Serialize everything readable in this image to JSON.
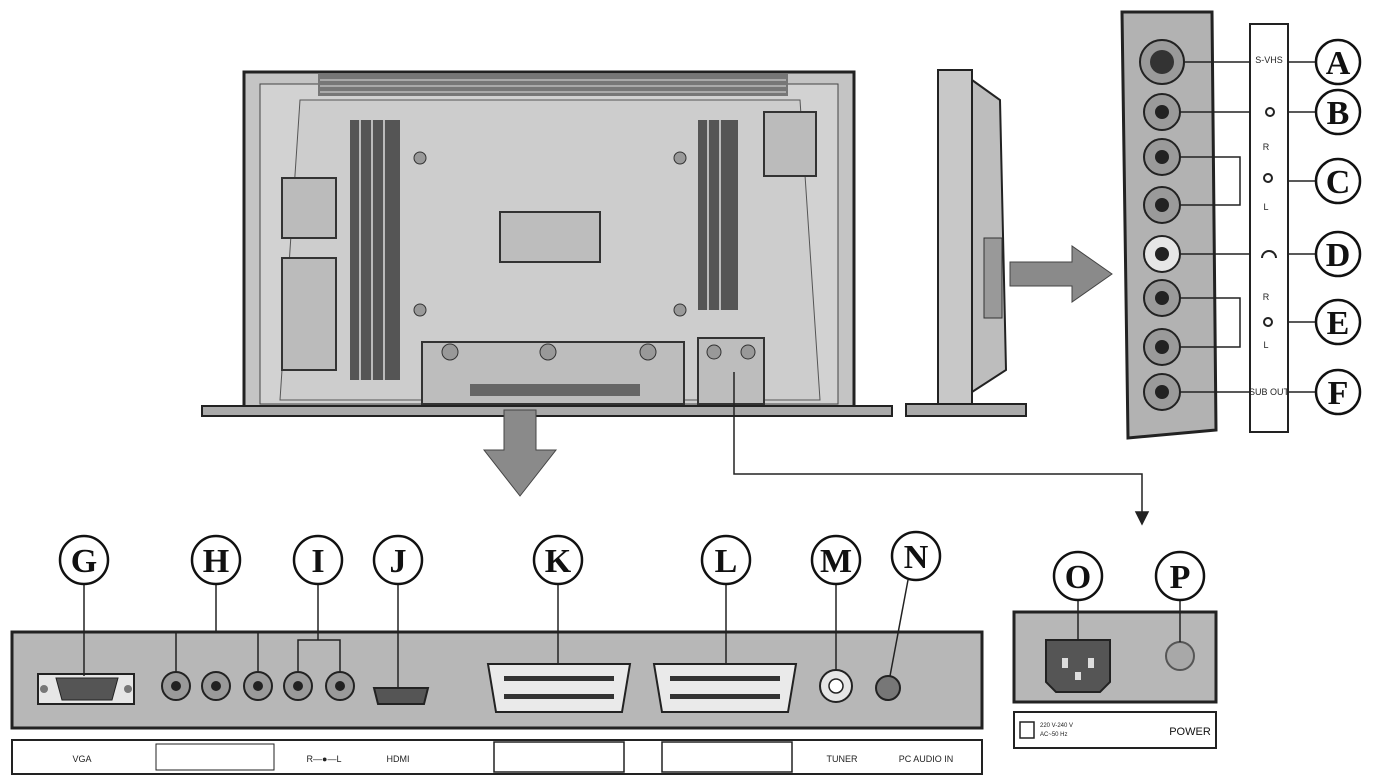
{
  "side_panel": {
    "labels": {
      "svhs": "S-VHS",
      "subout": "SUB OUT",
      "r_c": "R",
      "l_c": "L",
      "r_e": "R",
      "l_e": "L"
    }
  },
  "bottom_panel": {
    "labels": {
      "vga": "VGA",
      "hdmi": "HDMI",
      "tuner": "TUNER",
      "pc_audio": "PC AUDIO IN",
      "audio_rl": "R—●—L"
    }
  },
  "power_panel": {
    "labels": {
      "power": "POWER",
      "voltage_1": "220 V-240 V",
      "voltage_2": "AC~50 Hz"
    }
  },
  "callouts": [
    "A",
    "B",
    "C",
    "D",
    "E",
    "F",
    "G",
    "H",
    "I",
    "J",
    "K",
    "L",
    "M",
    "N",
    "O",
    "P"
  ]
}
